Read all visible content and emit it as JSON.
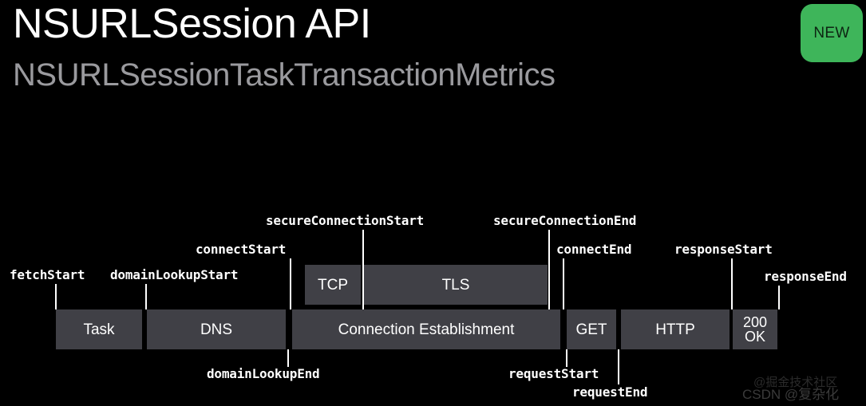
{
  "header": {
    "title": "NSURLSession API",
    "subtitle": "NSURLSessionTaskTransactionMetrics",
    "badge_label": "NEW",
    "badge_color": "#3eb55a"
  },
  "theme": {
    "background": "#000000",
    "bar_color": "#404046",
    "tick_color": "#ffffff",
    "title_color": "#ffffff",
    "subtitle_color": "#9a9a9e"
  },
  "timeline": {
    "upper_segments": [
      {
        "label": "TCP"
      },
      {
        "label": "TLS"
      }
    ],
    "lower_segments": [
      {
        "label": "Task"
      },
      {
        "label": "DNS"
      },
      {
        "label": "Connection Establishment"
      },
      {
        "label": "GET"
      },
      {
        "label": "HTTP"
      },
      {
        "label": "200\nOK"
      }
    ],
    "labels_above": [
      {
        "name": "fetchStart",
        "text": "fetchStart"
      },
      {
        "name": "domainLookupStart",
        "text": "domainLookupStart"
      },
      {
        "name": "connectStart",
        "text": "connectStart"
      },
      {
        "name": "secureConnectionStart",
        "text": "secureConnectionStart"
      },
      {
        "name": "secureConnectionEnd",
        "text": "secureConnectionEnd"
      },
      {
        "name": "connectEnd",
        "text": "connectEnd"
      },
      {
        "name": "responseStart",
        "text": "responseStart"
      },
      {
        "name": "responseEnd",
        "text": "responseEnd"
      }
    ],
    "labels_below": [
      {
        "name": "domainLookupEnd",
        "text": "domainLookupEnd"
      },
      {
        "name": "requestStart",
        "text": "requestStart"
      },
      {
        "name": "requestEnd",
        "text": "requestEnd"
      }
    ]
  },
  "watermarks": {
    "juejin": "@掘金技术社区",
    "csdn": "CSDN @复杂化"
  }
}
